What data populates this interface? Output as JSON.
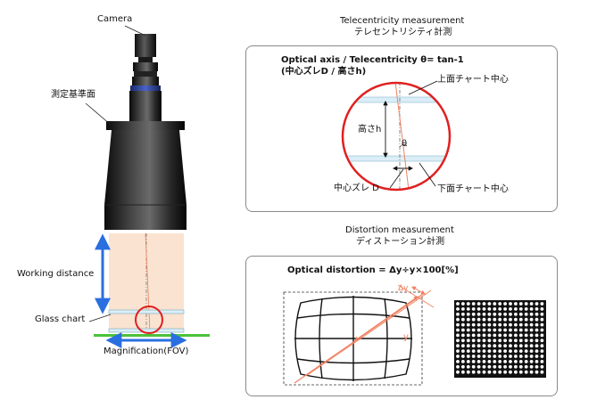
{
  "labels": {
    "camera": "Camera",
    "reference_plane": "測定基準面",
    "working_distance": "Working distance",
    "glass_chart": "Glass chart",
    "magnification": "Magnification(FOV)"
  },
  "telecentricity": {
    "title_en": "Telecentricity measurement",
    "title_jp": "テレセントリシティ計測",
    "formula_line1": "Optical axis / Telecentricity θ= tan-1",
    "formula_line2": "(中心ズレD / 高さh)",
    "upper_chart_center": "上面チャート中心",
    "lower_chart_center": "下面チャート中心",
    "height_label": "高さh",
    "theta": "θ",
    "center_offset": "中心ズレ D"
  },
  "distortion": {
    "title_en": "Distortion measurement",
    "title_jp": "ディストーション計測",
    "formula": "Optical distortion = Δy÷y×100[%]",
    "delta_y": "Δy",
    "y": "y"
  },
  "colors": {
    "accent_red": "#e02020",
    "arrow_blue": "#2a6fe0",
    "green_base": "#4cc13a",
    "orange_line": "#f08060",
    "beam": "#f9dcc6"
  }
}
